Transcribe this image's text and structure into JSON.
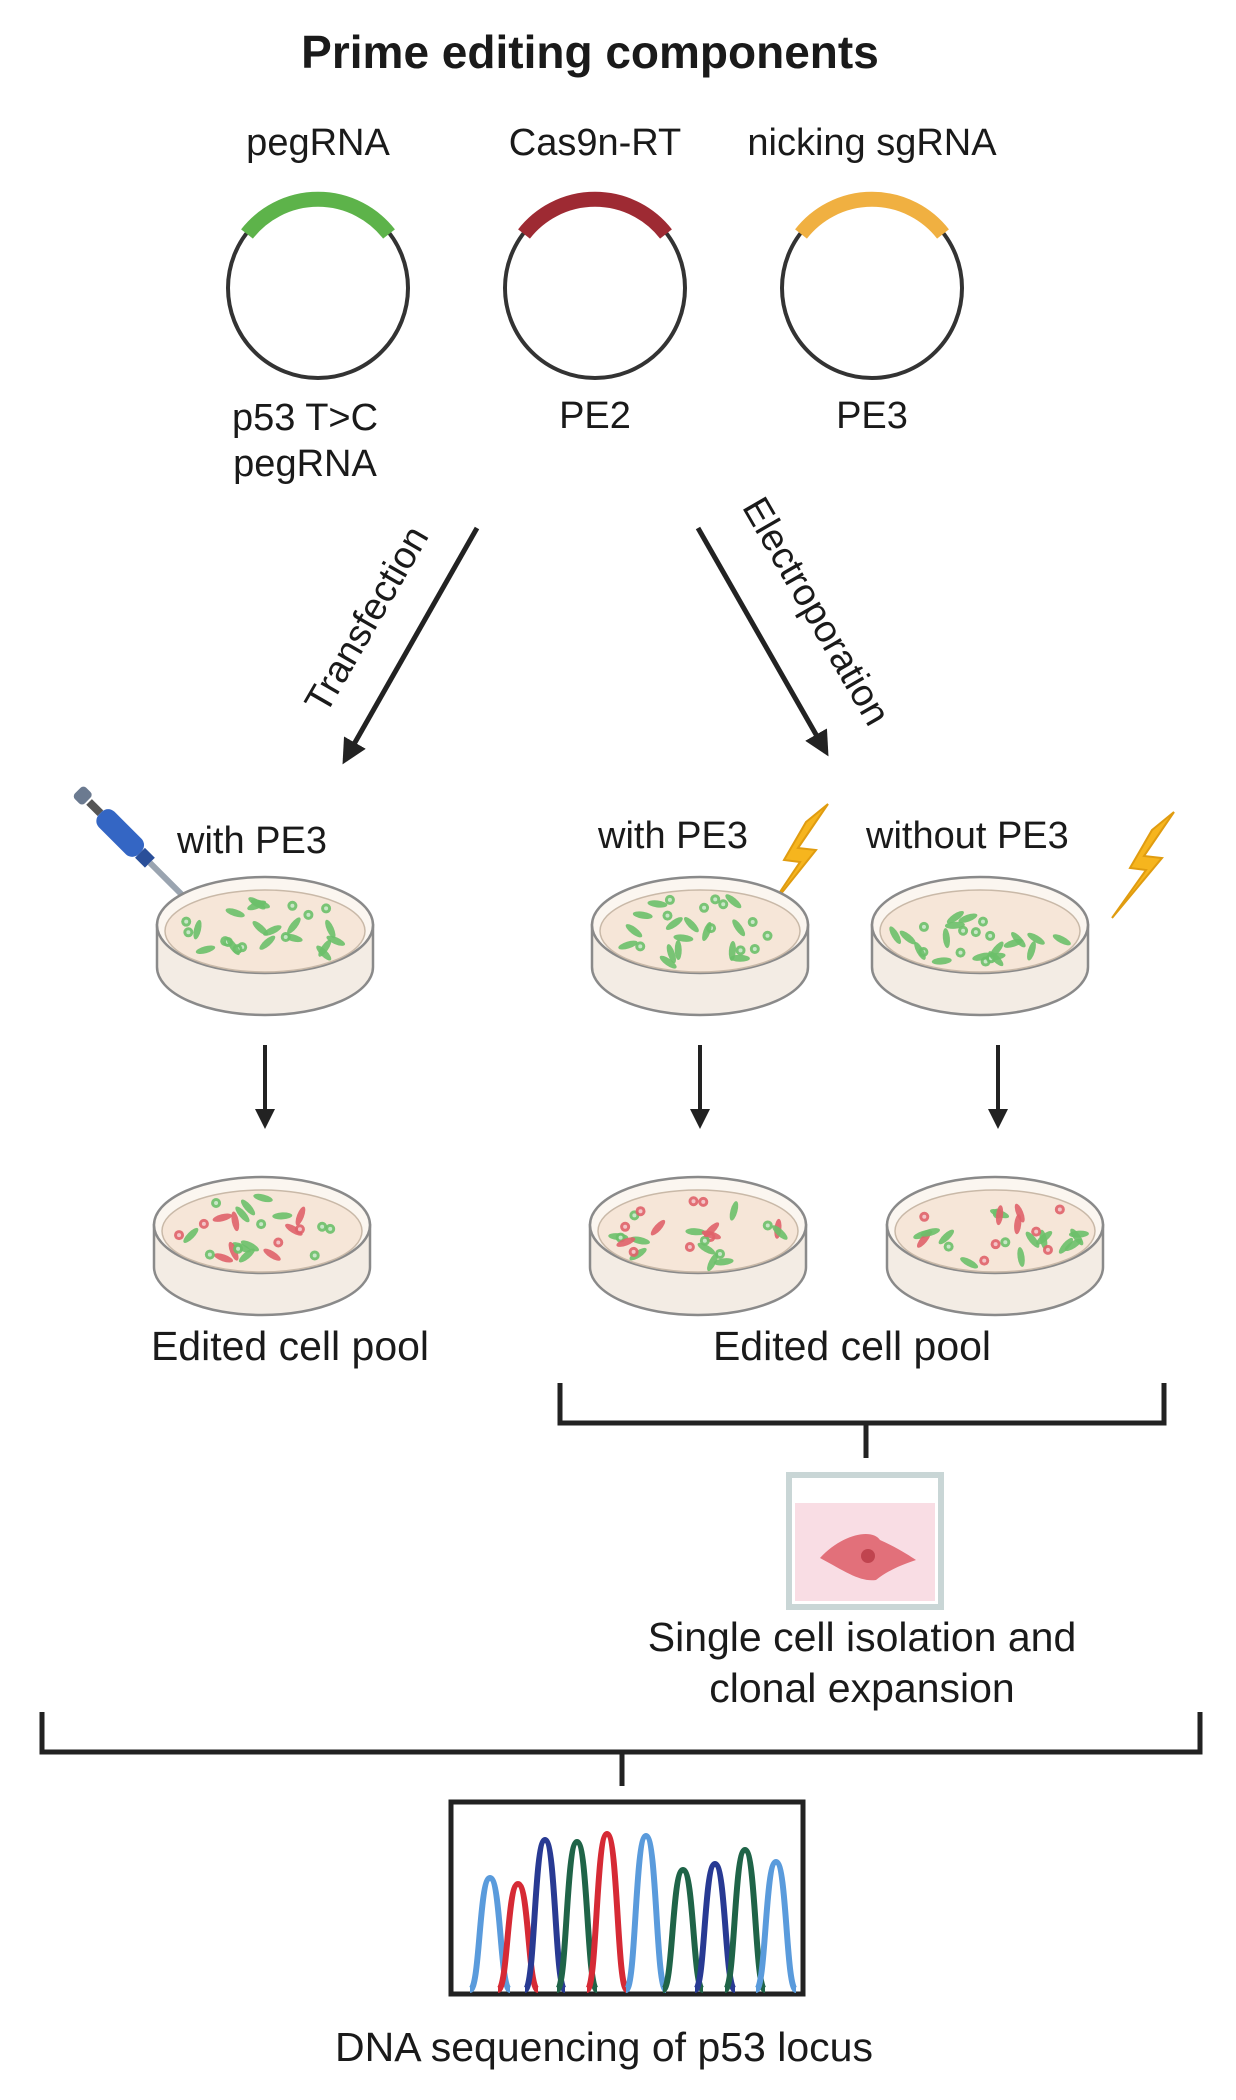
{
  "title": "Prime editing components",
  "plasmids": [
    {
      "top_label": "pegRNA",
      "bottom_label": "p53 T>C\npegRNA",
      "color": "#5db34a"
    },
    {
      "top_label": "Cas9n-RT",
      "bottom_label": "PE2",
      "color": "#9e2a33"
    },
    {
      "top_label": "nicking sgRNA",
      "bottom_label": "PE3",
      "color": "#f0b041"
    }
  ],
  "methods": {
    "left": "Transfection",
    "right": "Electroporation"
  },
  "conditions": {
    "left": "with PE3",
    "middle": "with PE3",
    "right": "without PE3"
  },
  "results": {
    "left": "Edited cell pool",
    "right": "Edited cell pool"
  },
  "isolation": "Single cell isolation and\nclonal expansion",
  "sequencing": "DNA sequencing of p53 locus",
  "colors": {
    "dish_medium": "#f6e6d8",
    "cell_green": "#6cc06a",
    "cell_red": "#e0626a",
    "bolt": "#f6b51e",
    "pipette": "#3466c4",
    "trace_blue": "#5a9bdc",
    "trace_red": "#d62a35",
    "trace_navy": "#283a93",
    "trace_green": "#1f6448"
  }
}
